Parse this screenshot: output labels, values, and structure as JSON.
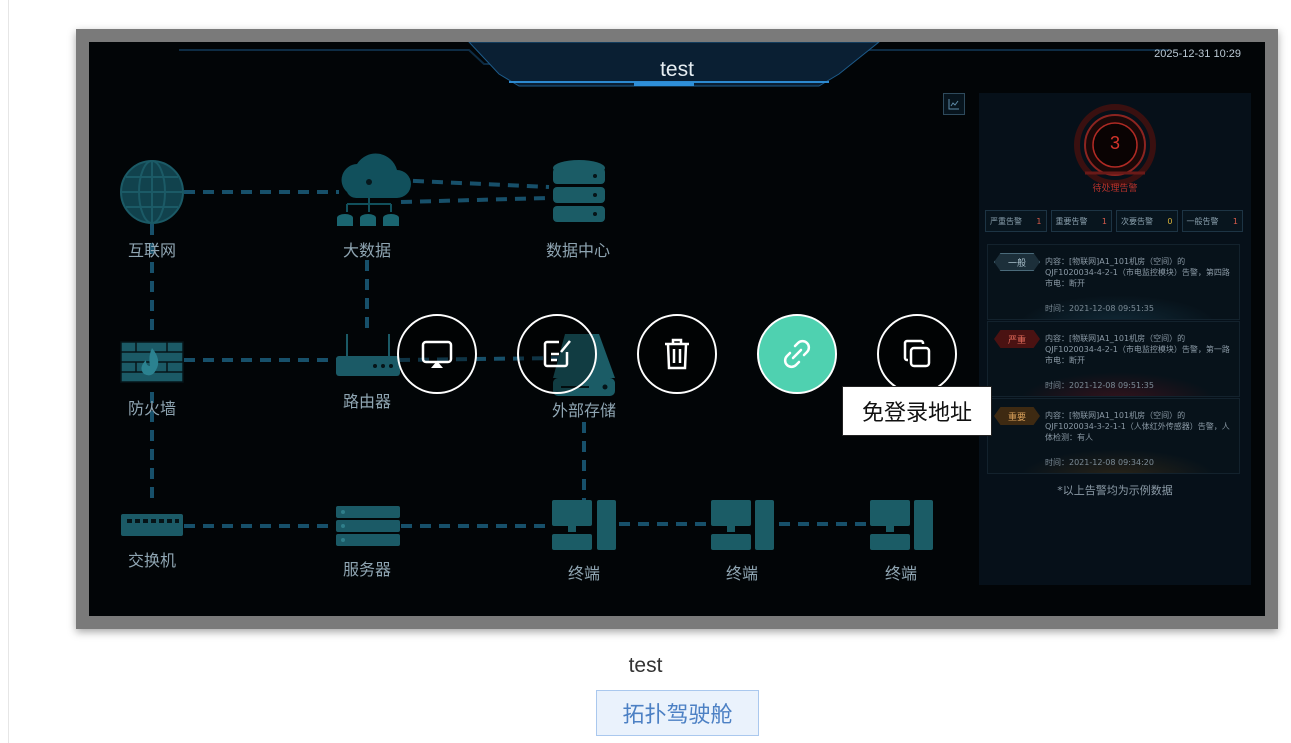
{
  "dashboard": {
    "title": "test",
    "datetime": "2025-12-31  10:29"
  },
  "topology": {
    "nodes": {
      "internet": "互联网",
      "bigdata": "大数据",
      "datacenter": "数据中心",
      "firewall": "防火墙",
      "router": "路由器",
      "storage": "外部存储",
      "switch": "交换机",
      "server": "服务器",
      "terminal1": "终端",
      "terminal2": "终端",
      "terminal3": "终端"
    }
  },
  "alarm_panel": {
    "count": "3",
    "pending_label": "待处理告警",
    "categories": [
      {
        "label": "严重告警",
        "count": "1"
      },
      {
        "label": "重要告警",
        "count": "1"
      },
      {
        "label": "次要告警",
        "count": "0"
      },
      {
        "label": "一般告警",
        "count": "1"
      }
    ],
    "items": [
      {
        "level": "一般",
        "content": "内容：[物联网]A1_101机房（空间）的QJF1020034-4-2-1（市电监控模块）告警，第四路市电：断开",
        "time": "时间：2021-12-08 09:51:35"
      },
      {
        "level": "严重",
        "content": "内容：[物联网]A1_101机房（空间）的QJF1020034-4-2-1（市电监控模块）告警，第一路市电：断开",
        "time": "时间：2021-12-08 09:51:35"
      },
      {
        "level": "重要",
        "content": "内容：[物联网]A1_101机房（空间）的QJF1020034-3-2-1-1（人体红外传感器）告警，人体检测：有人",
        "time": "时间：2021-12-08 09:34:20"
      }
    ],
    "note": "*以上告警均为示例数据"
  },
  "actions": {
    "tooltip": "免登录地址"
  },
  "card": {
    "title": "test",
    "tag": "拓扑驾驶舱"
  },
  "colors": {
    "accent": "#4fd1b0",
    "node": "#1b5a66",
    "alarm_red": "#d4342b"
  }
}
